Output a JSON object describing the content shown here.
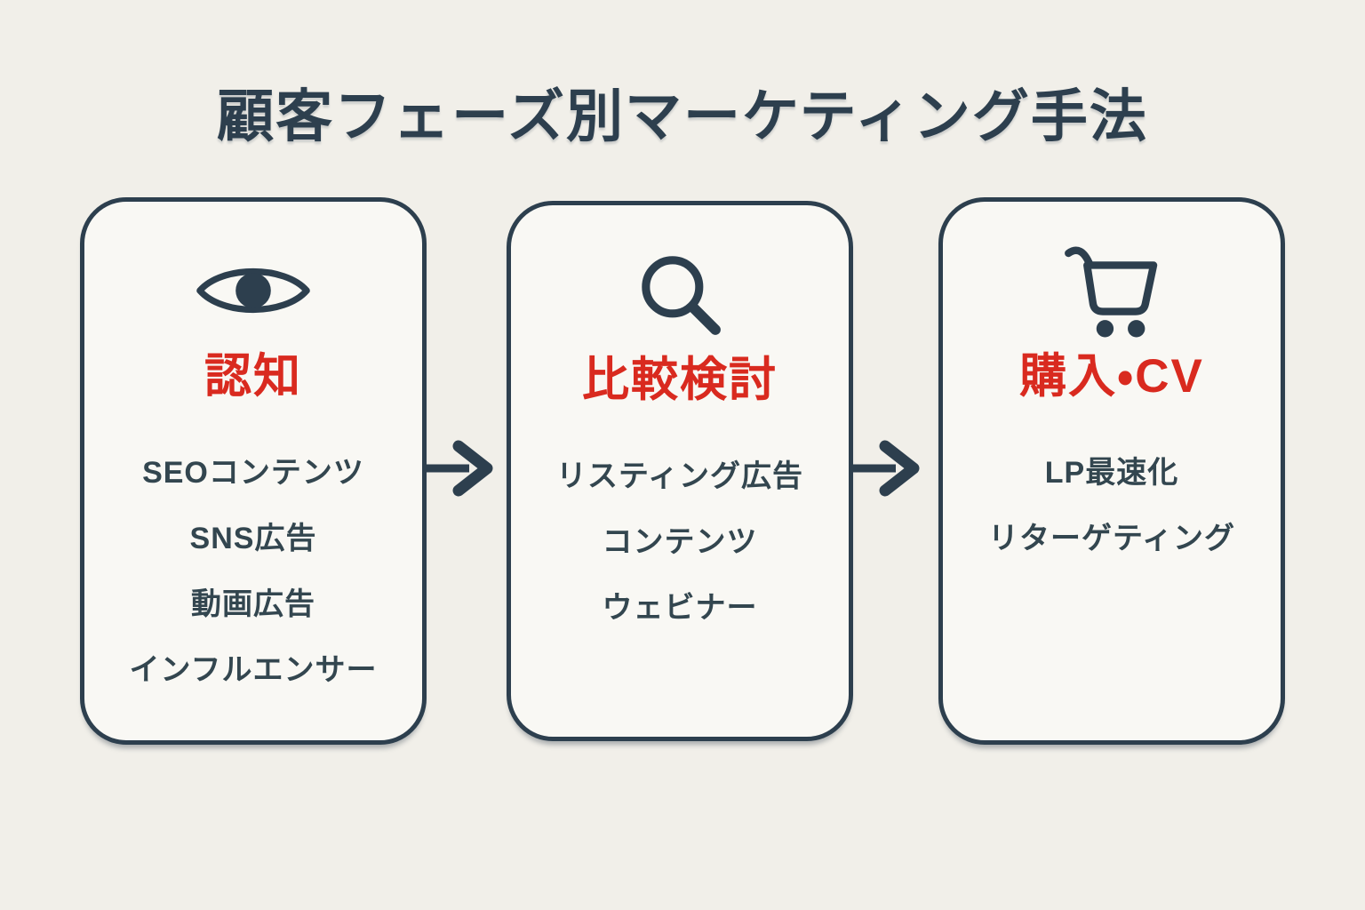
{
  "title": "顧客フェーズ別マーケティング手法",
  "colors": {
    "background": "#f1efe9",
    "card_bg": "#f9f8f4",
    "ink": "#2d3f4e",
    "accent_red": "#d92a1f"
  },
  "phases": [
    {
      "icon": "eye-icon",
      "label": "認知",
      "items": [
        "SEOコンテンツ",
        "SNS広告",
        "動画広告",
        "インフルエンサー"
      ]
    },
    {
      "icon": "search-icon",
      "label": "比較検討",
      "items": [
        "リスティング広告",
        "コンテンツ",
        "ウェビナー"
      ]
    },
    {
      "icon": "cart-icon",
      "label": "購入・CV",
      "items": [
        "LP最速化",
        "リターゲティング"
      ]
    }
  ],
  "arrows": [
    {
      "direction": "right"
    },
    {
      "direction": "right"
    }
  ]
}
